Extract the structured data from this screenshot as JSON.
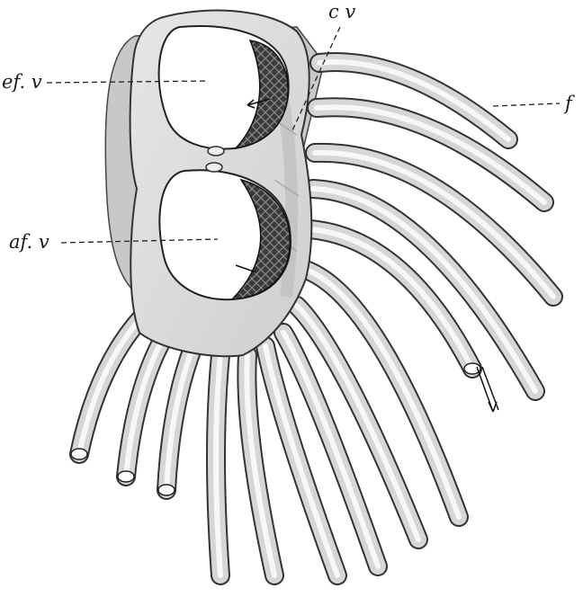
{
  "labels": {
    "cv": "c v",
    "efv": "ef. v",
    "afv": "af. v",
    "f": "f"
  }
}
